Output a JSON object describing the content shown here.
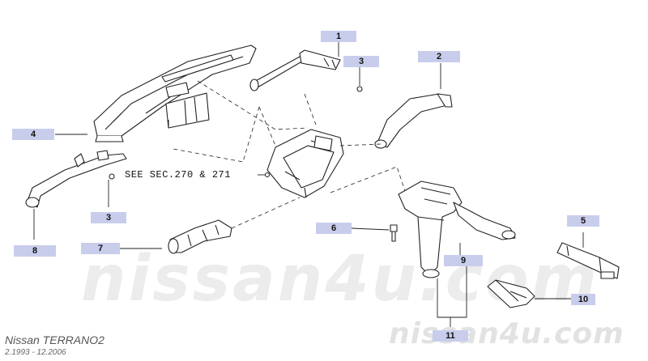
{
  "diagram": {
    "reference_note": "SEE SEC.270 & 271",
    "callouts": [
      {
        "id": "c1",
        "label": "1"
      },
      {
        "id": "c2",
        "label": "2"
      },
      {
        "id": "c3a",
        "label": "3"
      },
      {
        "id": "c3b",
        "label": "3"
      },
      {
        "id": "c4",
        "label": "4"
      },
      {
        "id": "c5",
        "label": "5"
      },
      {
        "id": "c6",
        "label": "6"
      },
      {
        "id": "c7",
        "label": "7"
      },
      {
        "id": "c8",
        "label": "8"
      },
      {
        "id": "c9",
        "label": "9"
      },
      {
        "id": "c10",
        "label": "10"
      },
      {
        "id": "c11",
        "label": "11"
      }
    ]
  },
  "watermark": {
    "main": "nissan4u.com",
    "small": "nissan4u.com"
  },
  "model": {
    "title": "Nissan  TERRANO2",
    "years": "2.1993 - 12.2006"
  },
  "colors": {
    "callout_bg": "#c9cdec",
    "line": "#222222",
    "watermark": "#ececec"
  }
}
